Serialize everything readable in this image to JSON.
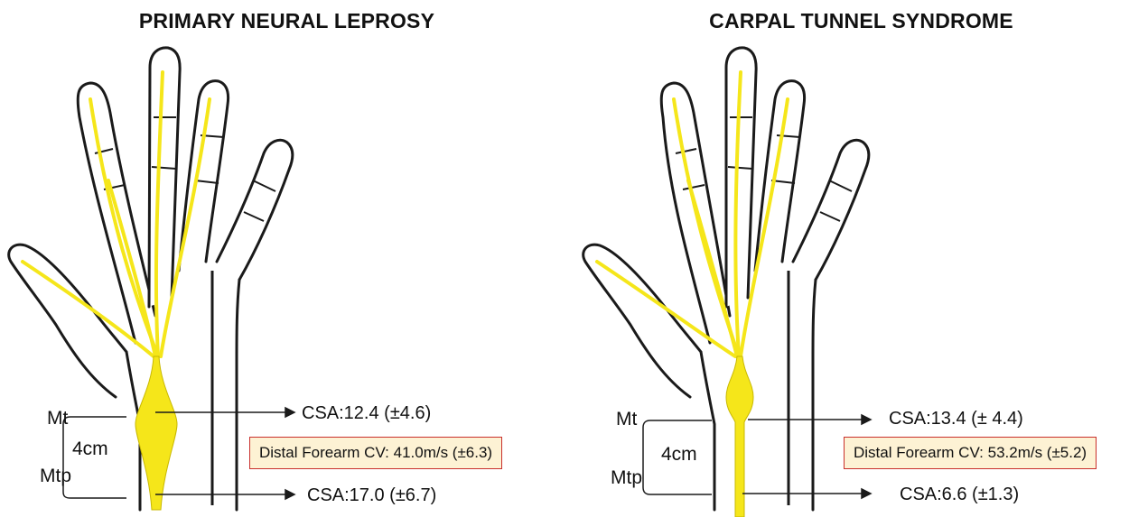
{
  "colors": {
    "nerve": "#f5e61a",
    "outline": "#1a1a1a",
    "box_fill": "#fdf2d4",
    "box_border": "#c9302c"
  },
  "panels": [
    {
      "title": "PRIMARY NEURAL LEPROSY",
      "mt": "Mt",
      "mtp": "Mtp",
      "distance": "4cm",
      "csa_mt": "CSA:12.4 (±4.6)",
      "cv": "Distal Forearm CV: 41.0m/s (±6.3)",
      "csa_mtp": "CSA:17.0 (±6.7)"
    },
    {
      "title": "CARPAL TUNNEL SYNDROME",
      "mt": "Mt",
      "mtp": "Mtp",
      "distance": "4cm",
      "csa_mt": "CSA:13.4 (± 4.4)",
      "cv": "Distal Forearm CV: 53.2m/s (±5.2)",
      "csa_mtp": "CSA:6.6 (±1.3)"
    }
  ]
}
